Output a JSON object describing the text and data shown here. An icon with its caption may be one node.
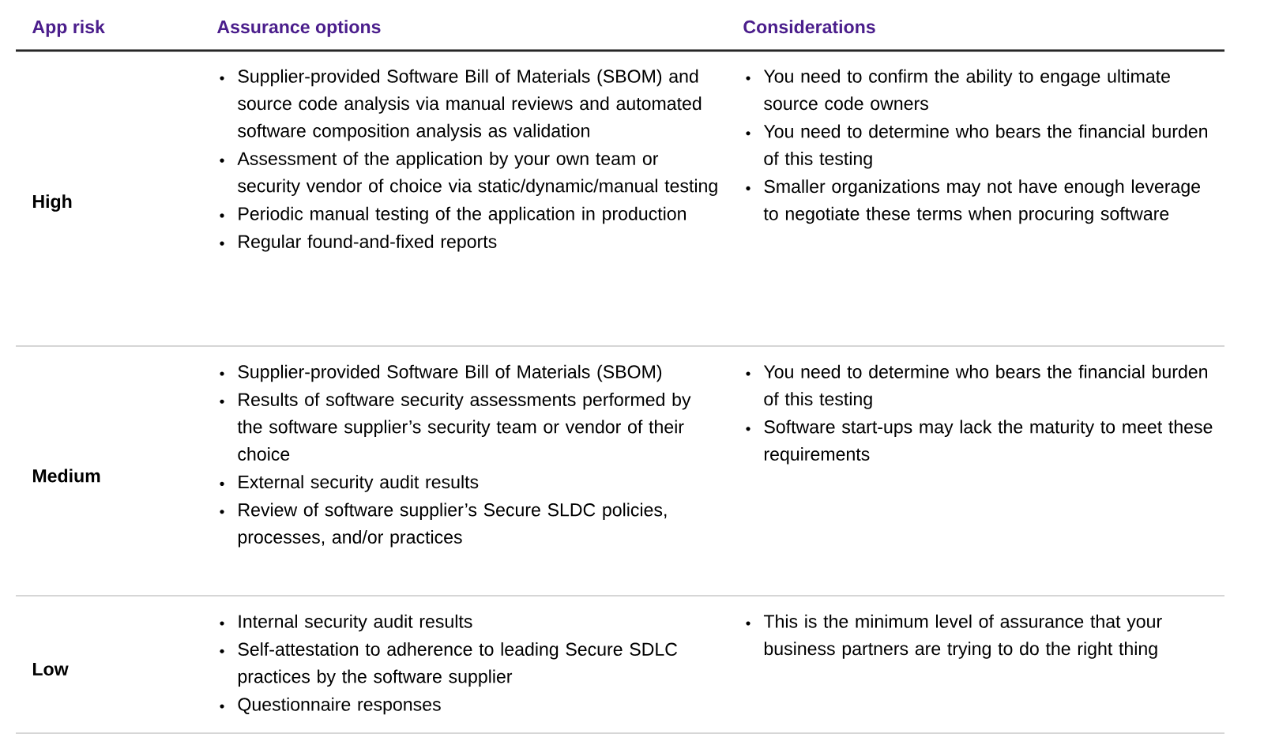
{
  "diagram": {
    "labels": [
      "App risk",
      "Assurance options",
      "Considerations",
      "High",
      "Supplier-provided Software Bill of Materials (SBOM) and source code analysis via manual reviews and automated software composition analysis as validation",
      "Assessment of the application by your own team or security vendor of choice via static/dynamic/manual testing",
      "Periodic manual testing of the application in production",
      "Regular found-and-fixed reports",
      "You need to confirm the ability to engage ultimate source code owners",
      "You need to determine who bears the financial burden of this testing",
      "Smaller organizations may not have enough leverage to negotiate these terms when procuring software",
      "Medium",
      "Supplier-provided Software Bill of Materials (SBOM)",
      "Results of software security assessments performed by the software supplier’s security team or vendor of their choice",
      "External security audit results",
      "Review of software supplier’s Secure SLDC policies, processes, and/or practices",
      "You need to determine who bears the financial burden of this testing",
      "Software start-ups may lack the maturity to meet these requirements",
      "Low",
      "Internal security audit results",
      "Self-attestation to adherence to leading Secure SDLC practices by the software supplier",
      "Questionnaire responses",
      "This is the minimum level of assurance that your business partners are trying to do the right thing"
    ]
  }
}
